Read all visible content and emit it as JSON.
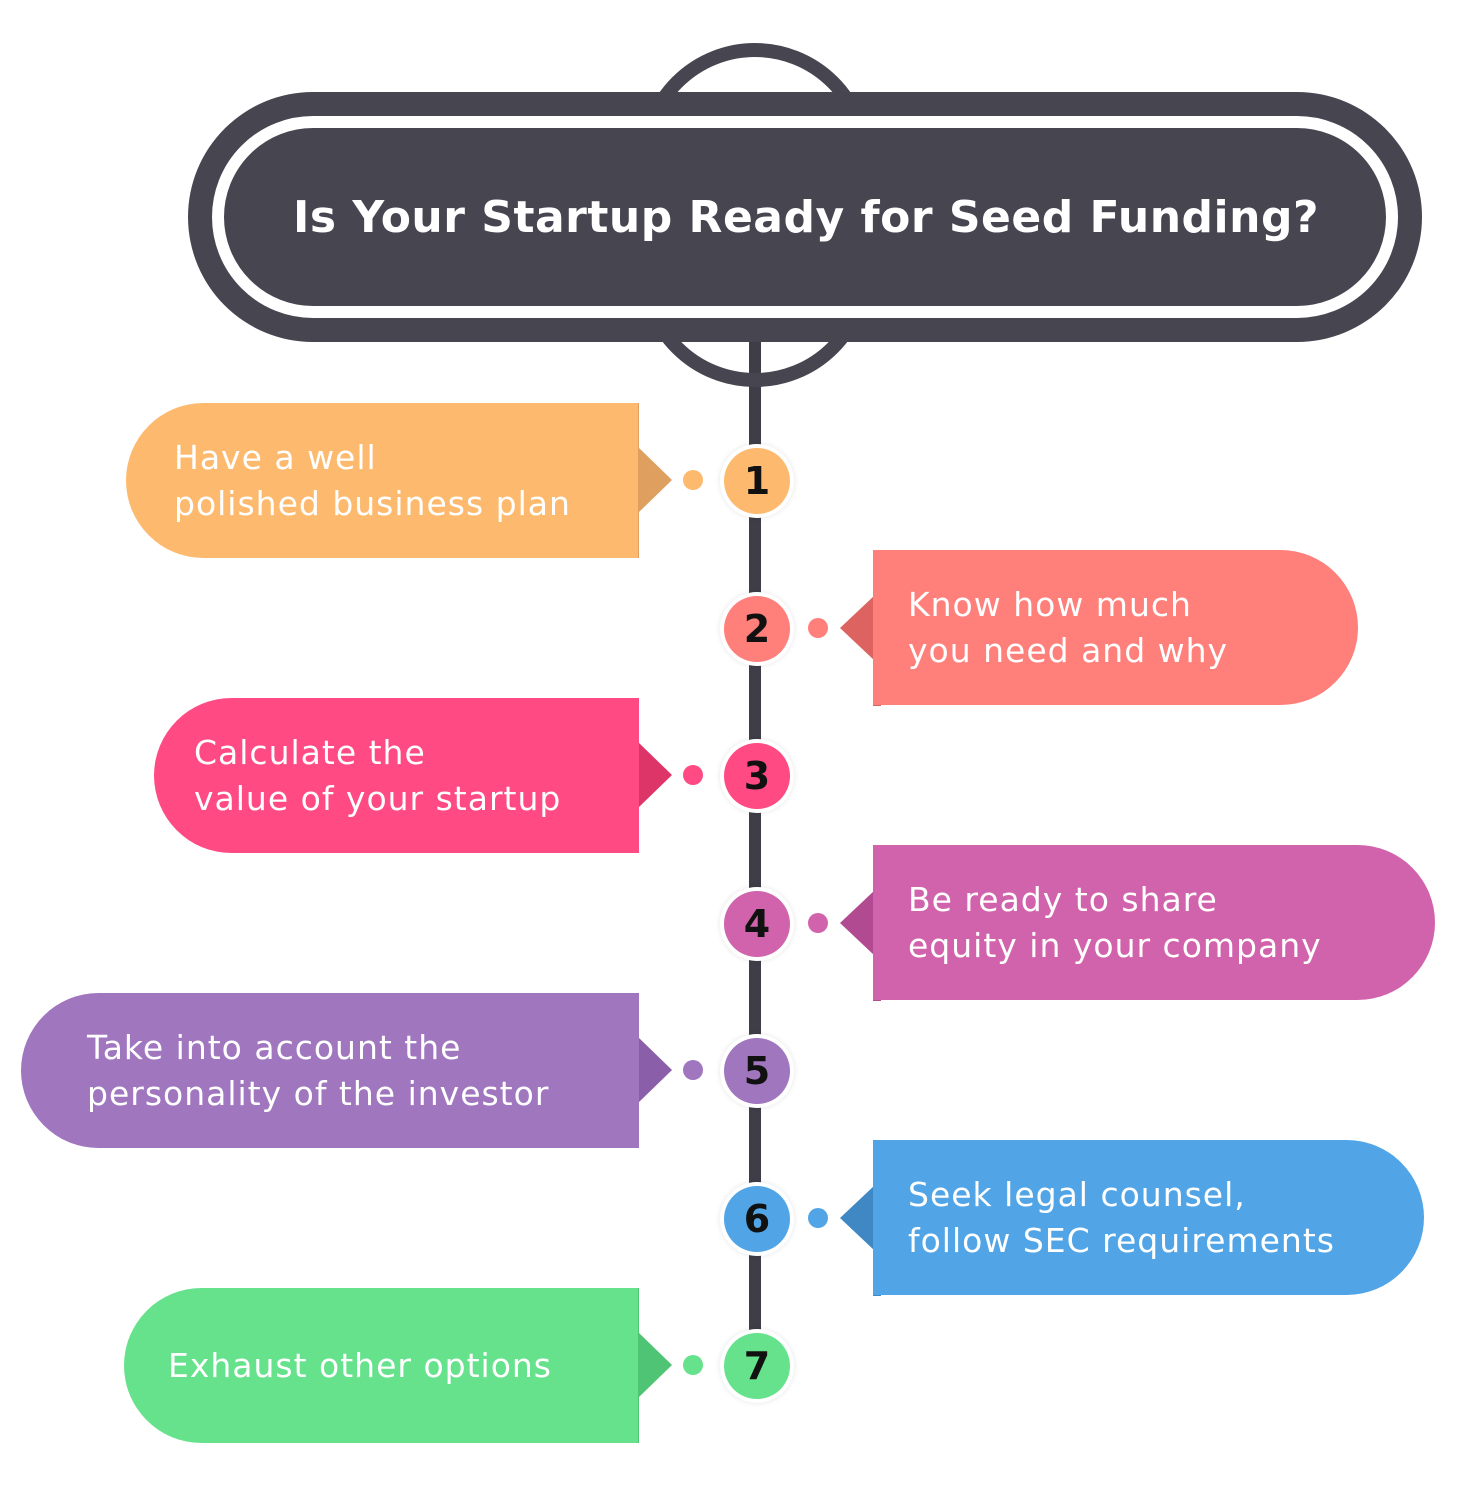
{
  "title": "Is Your Startup Ready for Seed Funding?",
  "colors": {
    "title_dark": "#474550",
    "spine": "#3f3e48"
  },
  "steps": [
    {
      "number": "1",
      "text": "Have a well\npolished business plan",
      "color": "#FDBA6E",
      "shade": "#DE9F5F"
    },
    {
      "number": "2",
      "text": "Know how much\nyou need and why",
      "color": "#FF7F7A",
      "shade": "#DD6360"
    },
    {
      "number": "3",
      "text": "Calculate the\n value of your startup",
      "color": "#FF4A83",
      "shade": "#DD3568"
    },
    {
      "number": "4",
      "text": "Be ready to share\nequity in your company",
      "color": "#D163AC",
      "shade": "#B24A92"
    },
    {
      "number": "5",
      "text": "Take into account the\npersonality of the investor",
      "color": "#A076BF",
      "shade": "#8A5EA8"
    },
    {
      "number": "6",
      "text": "Seek legal counsel,\nfollow SEC requirements",
      "color": "#51A5E6",
      "shade": "#3F88C4"
    },
    {
      "number": "7",
      "text": "Exhaust other options",
      "color": "#66E28C",
      "shade": "#4FC474"
    }
  ]
}
